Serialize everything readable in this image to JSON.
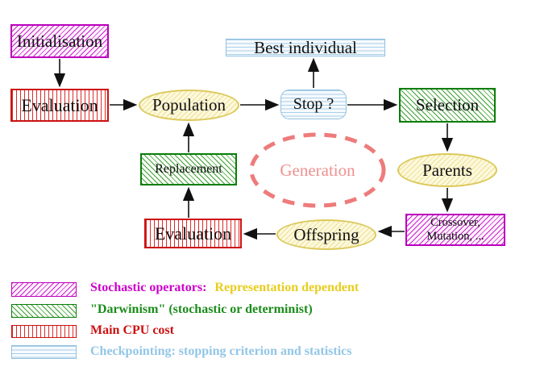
{
  "diagram": {
    "nodes": {
      "initialisation": {
        "label": "Initialisation"
      },
      "evaluation_top": {
        "label": "Evaluation"
      },
      "population": {
        "label": "Population"
      },
      "best_individual": {
        "label": "Best individual"
      },
      "stop": {
        "label": "Stop ?"
      },
      "selection": {
        "label": "Selection"
      },
      "replacement": {
        "label": "Replacement"
      },
      "generation": {
        "label": "Generation"
      },
      "parents": {
        "label": "Parents"
      },
      "evaluation_bottom": {
        "label": "Evaluation"
      },
      "offspring": {
        "label": "Offspring"
      },
      "crossover": {
        "line1": "Crossover,",
        "line2": "Mutation, ..."
      }
    },
    "colors": {
      "magenta": "#cc00cc",
      "green_border": "#0a7d0a",
      "green_text": "#1a8c1a",
      "red": "#cc1111",
      "light_blue": "#92c6e6",
      "yellow_border": "#dcc95c",
      "gold_text": "#e8cd1d",
      "salmon_dash": "#ee7b7b",
      "salmon_text": "#f09090",
      "arrow_black": "#111111"
    }
  },
  "legend": {
    "items": [
      {
        "swatch": "magenta-diagonal-hatch",
        "parts": [
          {
            "text": "Stochastic operators:",
            "color": "#cc00cc"
          },
          {
            "text": "Representation dependent",
            "color": "#e8cd1d"
          }
        ]
      },
      {
        "swatch": "green-diagonal-hatch",
        "parts": [
          {
            "text": "\"Darwinism\" (stochastic or determinist)",
            "color": "#1a8c1a"
          }
        ]
      },
      {
        "swatch": "red-vertical-lines",
        "parts": [
          {
            "text": "Main CPU cost",
            "color": "#cc1111"
          }
        ]
      },
      {
        "swatch": "blue-horizontal-lines",
        "parts": [
          {
            "text": "Checkpointing: stopping criterion and statistics",
            "color": "#92c6e6"
          }
        ]
      }
    ]
  }
}
